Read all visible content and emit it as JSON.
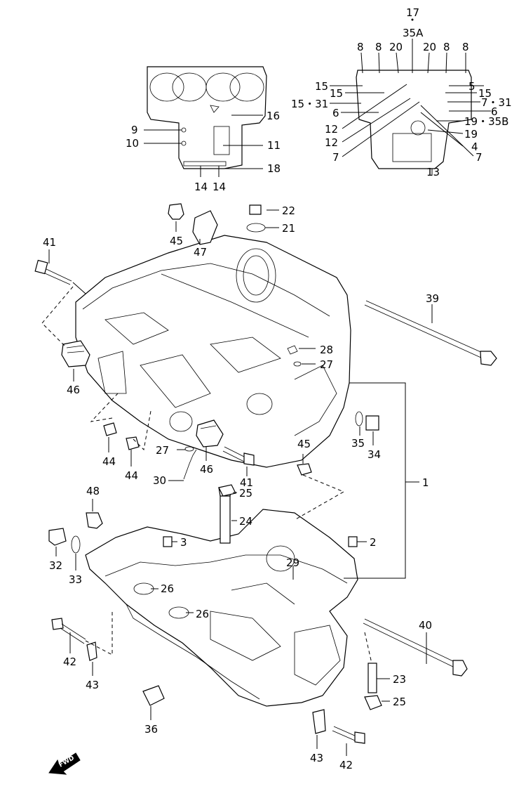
{
  "labels": {
    "l17": "17",
    "l35a": "35A",
    "l8a": "8",
    "l8b": "8",
    "l20a": "20",
    "l20b": "20",
    "l8c": "8",
    "l8d": "8",
    "l15a": "15",
    "l15b": "15",
    "l15_31": "15・31",
    "l6a": "6",
    "l12a": "12",
    "l12b": "12",
    "l7a": "7",
    "l5": "5",
    "l15c": "15",
    "l7_31": "7・31",
    "l6b": "6",
    "l19_35b": "19・35B",
    "l19": "19",
    "l4": "4",
    "l7b": "7",
    "l13": "13",
    "l16": "16",
    "l9": "9",
    "l10": "10",
    "l11": "11",
    "l18": "18",
    "l14a": "14",
    "l14b": "14",
    "l22": "22",
    "l21": "21",
    "l45a": "45",
    "l47": "47",
    "l41a": "41",
    "l39": "39",
    "l28": "28",
    "l27a": "27",
    "l46a": "46",
    "l44a": "44",
    "l44b": "44",
    "l27b": "27",
    "l46b": "46",
    "l30": "30",
    "l41b": "41",
    "l35": "35",
    "l34": "34",
    "l45b": "45",
    "l1": "1",
    "l25a": "25",
    "l48": "48",
    "l24": "24",
    "l3": "3",
    "l2": "2",
    "l32": "32",
    "l33": "33",
    "l29": "29",
    "l26a": "26",
    "l26b": "26",
    "l40": "40",
    "l42a": "42",
    "l43a": "43",
    "l23": "23",
    "l25b": "25",
    "l36": "36",
    "l43b": "43",
    "l42b": "42"
  },
  "fwd_label": "FWD"
}
